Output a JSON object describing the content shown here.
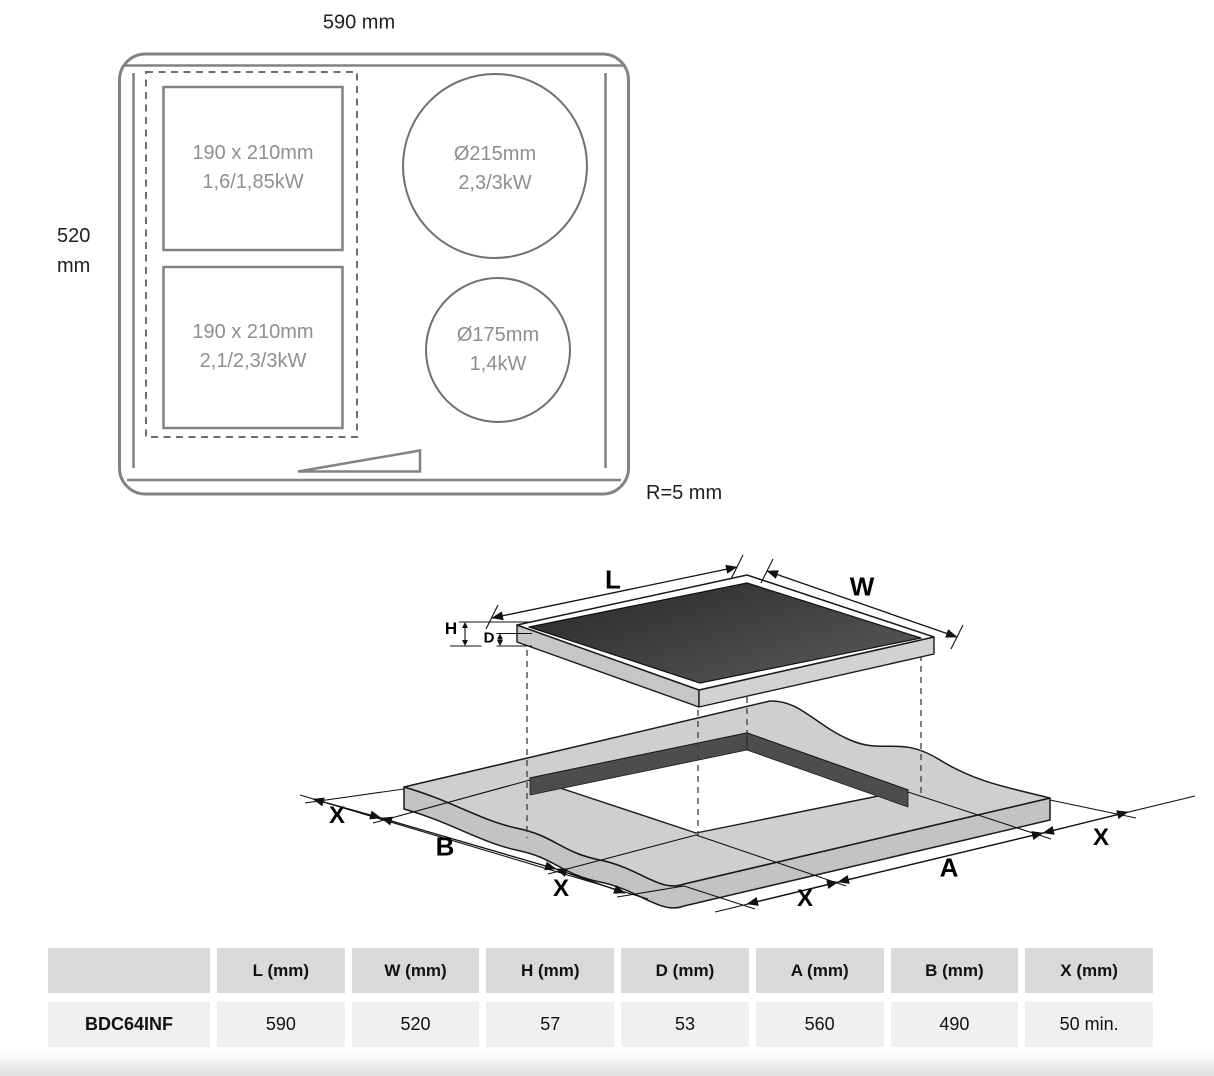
{
  "top_view": {
    "width_dim": "590 mm",
    "height_dim": [
      "520",
      "mm"
    ],
    "corner_radius": "R=5 mm",
    "zones": [
      {
        "size": "190 x 210mm",
        "power": "1,6/1,85kW"
      },
      {
        "size": "190 x 210mm",
        "power": "2,1/2,3/3kW"
      },
      {
        "size": "Ø215mm",
        "power": "2,3/3kW"
      },
      {
        "size": "Ø175mm",
        "power": "1,4kW"
      }
    ]
  },
  "installation": {
    "labels": {
      "length": "L",
      "width": "W",
      "height": "H",
      "depth": "D",
      "cutout_length": "A",
      "cutout_width": "B",
      "clearance": "X"
    }
  },
  "spec_table": {
    "headers": [
      "",
      "L (mm)",
      "W (mm)",
      "H (mm)",
      "D (mm)",
      "A (mm)",
      "B (mm)",
      "X (mm)"
    ],
    "row": {
      "model": "BDC64INF",
      "values": [
        "590",
        "520",
        "57",
        "53",
        "560",
        "490",
        "50 min."
      ]
    }
  },
  "colors": {
    "diagram_stroke": "#828282",
    "zone_text": "#8f8f8f",
    "outline_dark": "#1a1a1a",
    "glass_dark": "#2b2b2b",
    "worktop_gray": "#cfcfcf",
    "table_header_bg": "#d9d9d9",
    "table_row_bg": "#f0f0f0"
  }
}
